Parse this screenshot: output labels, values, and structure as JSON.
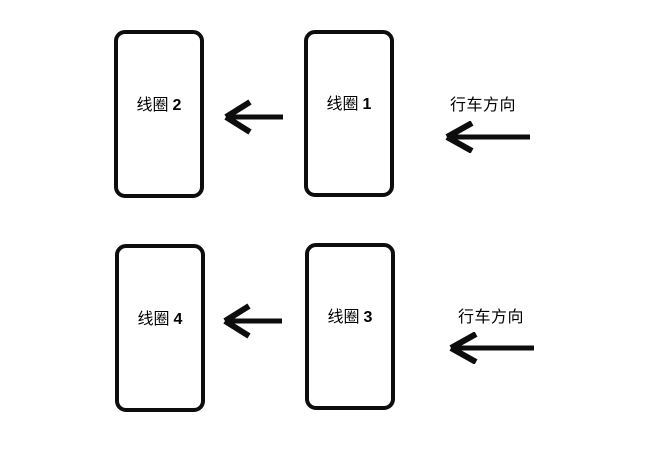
{
  "diagram": {
    "colors": {
      "background": "#ffffff",
      "ink": "#000000"
    },
    "coils": [
      {
        "name": "线圈",
        "number": "2"
      },
      {
        "name": "线圈",
        "number": "1"
      },
      {
        "name": "线圈",
        "number": "4"
      },
      {
        "name": "线圈",
        "number": "3"
      }
    ],
    "direction": {
      "top_label": "行车方向",
      "bottom_label": "行车方向"
    },
    "arrows": [
      {
        "icon": "left-arrow",
        "row": "top",
        "between": "coil-1 to coil-2"
      },
      {
        "icon": "left-arrow",
        "row": "bottom",
        "between": "coil-3 to coil-4"
      },
      {
        "icon": "left-arrow",
        "row": "top",
        "meaning": "driving direction"
      },
      {
        "icon": "left-arrow",
        "row": "bottom",
        "meaning": "driving direction"
      }
    ]
  }
}
